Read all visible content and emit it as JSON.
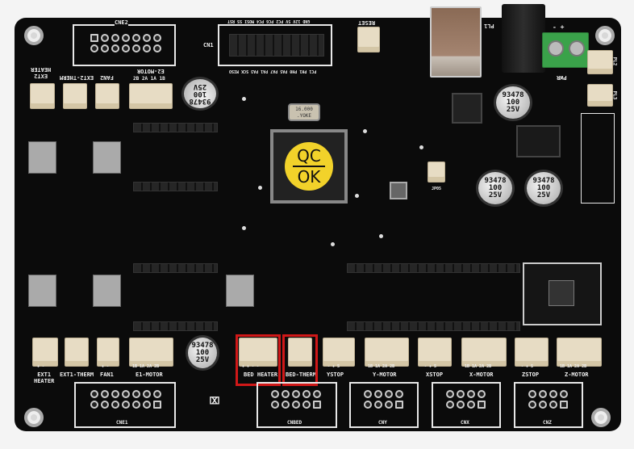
{
  "board": {
    "bottom_connectors": [
      {
        "label": "EXT1\nHEATER",
        "pins": "+ -"
      },
      {
        "label": "EXT1-THERM",
        "pins": ""
      },
      {
        "label": "FAN1",
        "pins": "+ -"
      },
      {
        "label": "E1-MOTOR",
        "pins": "1B 1A 2A 2B"
      },
      {
        "label": "BED HEATER",
        "pins": "+ + - -"
      },
      {
        "label": "BED-THERM",
        "pins": ""
      },
      {
        "label": "YSTOP",
        "pins": "- + S"
      },
      {
        "label": "Y-MOTOR",
        "pins": "1B 1A 2A 2B"
      },
      {
        "label": "XSTOP",
        "pins": "- + S"
      },
      {
        "label": "X-MOTOR",
        "pins": "1B 1A 2A 2B"
      },
      {
        "label": "ZSTOP",
        "pins": "- + S"
      },
      {
        "label": "Z-MOTOR",
        "pins": "1B 1A 2A 2B"
      }
    ],
    "bottom_headers": [
      "CNE1",
      "CNBED",
      "CNY",
      "CNX",
      "CNZ"
    ],
    "top_connectors": [
      {
        "label": "EXT2\nHEATER"
      },
      {
        "label": "EXT2-THERM"
      },
      {
        "label": "FAN2"
      },
      {
        "label": "E2-MOTOR",
        "pins": "2B 2A 1A 1B"
      }
    ],
    "top_headers": [
      "CNE2",
      "CN1"
    ],
    "cn1_top_text": "GND 12V 5V PC2 PC6 PC4 MOSI SS RST",
    "cn1_bottom_text": "PC1 PH1 PH0 PA5 PA7 PA1 PA3 SCK MISO",
    "reset_label": "RESET",
    "pwr_label": "PWR",
    "pwr_polarity": "-  +",
    "pl2_label": "PL2",
    "pl3_label": "PL3",
    "pl1_label": "PL1",
    "capacitor_text": [
      "93478",
      "100",
      "25V"
    ],
    "crystal_text": [
      "16.000",
      ".YOKE"
    ],
    "chip_stamp": [
      "QC",
      "OK"
    ],
    "jumper_label": "JP05",
    "highlight_color": "#d01818"
  }
}
